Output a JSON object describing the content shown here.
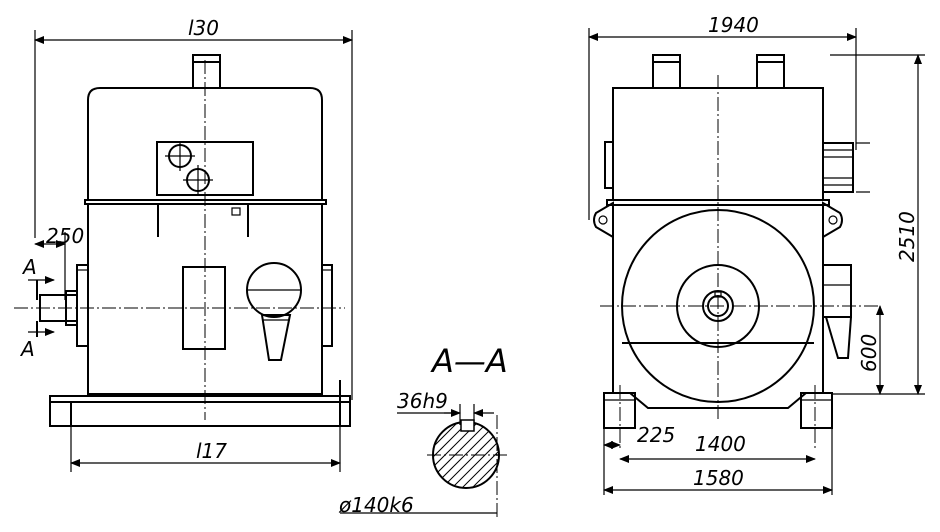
{
  "front_view": {
    "dim_top": "l30",
    "dim_bottom": "l17",
    "dim_shaft": "250",
    "section_mark_top": "A",
    "section_mark_bottom": "A"
  },
  "section_view": {
    "title": "A—A",
    "key_dim": "36h9",
    "shaft_dim": "ø140k6"
  },
  "side_view": {
    "dim_width_top": "1940",
    "dim_height": "2510",
    "dim_shaft_height": "600",
    "dim_foot_offset": "225",
    "dim_foot_span": "1400",
    "dim_base_width": "1580"
  }
}
